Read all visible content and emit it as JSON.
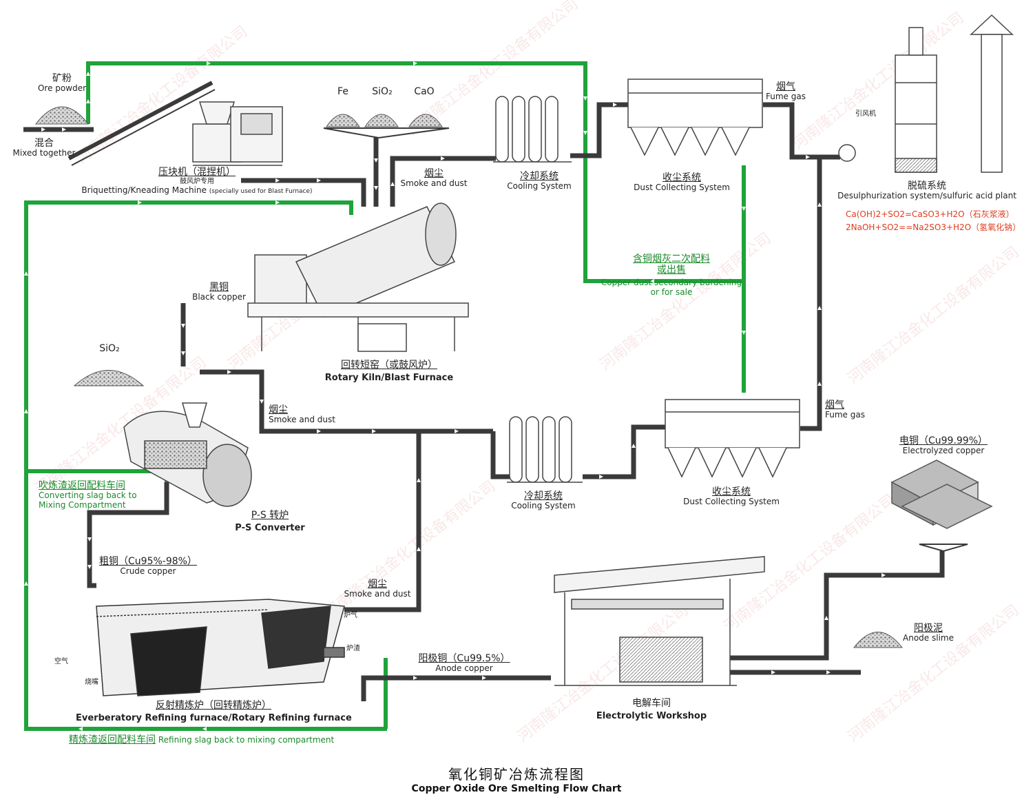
{
  "title": {
    "zh": "氧化铜矿冶炼流程图",
    "en": "Copper Oxide Ore Smelting Flow Chart"
  },
  "nodes": {
    "ore_powder": {
      "zh": "矿粉",
      "en": "Ore powder"
    },
    "mixed": {
      "zh": "混合",
      "en": "Mixed together"
    },
    "fe": "Fe",
    "sio2_top": "SiO₂",
    "cao": "CaO",
    "briquetting": {
      "zh": "压块机（混捏机）",
      "sub": "鼓风炉专用",
      "en": "Briquetting/Kneading Machine",
      "en_note": "(specially used for Blast Furnace)"
    },
    "smoke_dust_1": {
      "zh": "烟尘",
      "en": "Smoke and dust"
    },
    "cooling_1": {
      "zh": "冷却系统",
      "en": "Cooling System"
    },
    "dust_collect_1": {
      "zh": "收尘系统",
      "en": "Dust Collecting System"
    },
    "fume_gas_1": {
      "zh": "烟气",
      "en": "Fume gas"
    },
    "fan": "引风机",
    "desulf": {
      "zh": "脱硫系统",
      "en": "Desulphurization system/sulfuric acid plant"
    },
    "formula_1": "Ca(OH)2+SO2=CaSO3+H2O（石灰浆液）",
    "formula_2": "2NaOH+SO2==Na2SO3+H2O（氢氧化钠）",
    "copper_dust": {
      "zh1": "含铜烟灰二次配料",
      "zh2": "或出售",
      "en1": "Copper dust secondary burdening",
      "en2": "or for sale"
    },
    "black_copper": {
      "zh": "黑铜",
      "en": "Black copper"
    },
    "sio2_mid": "SiO₂",
    "rotary_kiln": {
      "zh": "回转短窑（或鼓风炉）",
      "en": "Rotary Kiln/Blast Furnace"
    },
    "smoke_dust_2": {
      "zh": "烟尘",
      "en": "Smoke and dust"
    },
    "fume_gas_2": {
      "zh": "烟气",
      "en": "Fume gas"
    },
    "cooling_2": {
      "zh": "冷却系统",
      "en": "Cooling System"
    },
    "dust_collect_2": {
      "zh": "收尘系统",
      "en": "Dust Collecting System"
    },
    "converting_slag": {
      "zh": "吹炼渣返回配料车间",
      "en1": "Converting slag back to",
      "en2": "Mixing Compartment"
    },
    "ps_converter": {
      "zh": "P-S 转炉",
      "en": "P-S Converter"
    },
    "electro_copper": {
      "zh": "电铜（Cu99.99%）",
      "en": "Electrolyzed copper"
    },
    "crude_copper": {
      "zh": "粗铜（Cu95%-98%）",
      "en": "Crude copper"
    },
    "smoke_dust_3": {
      "zh": "烟尘",
      "en": "Smoke and dust"
    },
    "furnace_gas": "炉气",
    "slag_label": "炉渣",
    "air": "空气",
    "burner": "烧嘴",
    "anode_slime": {
      "zh": "阳极泥",
      "en": "Anode slime"
    },
    "anode_copper": {
      "zh": "阳极铜（Cu99.5%）",
      "en": "Anode copper"
    },
    "refining": {
      "zh": "反射精炼炉（回转精炼炉）",
      "en": "Everberatory Refining furnace/Rotary Refining furnace"
    },
    "electrolytic": {
      "zh": "电解车间",
      "en": "Electrolytic Workshop"
    },
    "refining_slag": {
      "zh": "精炼渣返回配料车间",
      "en": "Refining slag back to mixing compartment"
    }
  },
  "watermark": {
    "zh": "河南隆江冶金化工设备有限公司",
    "url": "http://www.hnlongjiang.com"
  },
  "colors": {
    "green_line": "#1fa33a",
    "belt": "#3a3a3a",
    "formula": "#e03a1e",
    "equipment": "#555555"
  }
}
